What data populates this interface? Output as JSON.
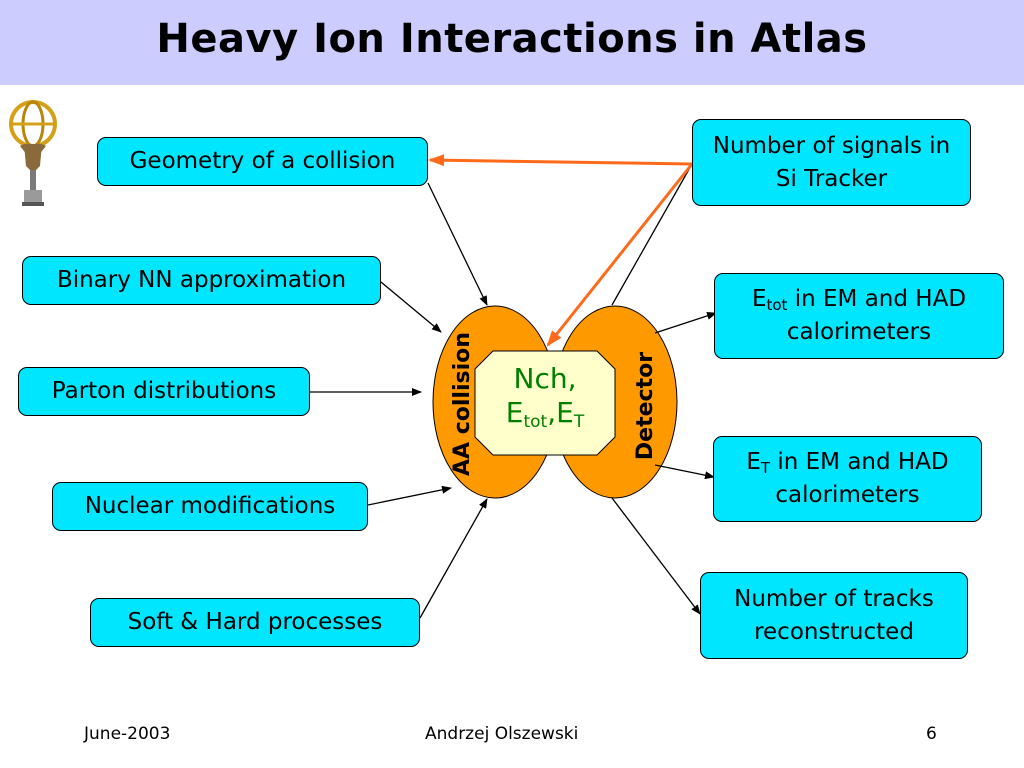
{
  "title": "Heavy Ion Interactions in Atlas",
  "left_boxes": [
    "Geometry of a collision",
    "Binary NN approximation",
    "Parton distributions",
    "Nuclear modifications",
    "Soft & Hard processes"
  ],
  "right_boxes": {
    "si_tracker": "Number of signals in Si Tracker",
    "etot": {
      "main": "E",
      "sub": "tot",
      "rest": " in EM and HAD calorimeters"
    },
    "et": {
      "main": "E",
      "sub": "T",
      "rest": " in EM and HAD calorimeters"
    },
    "tracks": "Number of tracks reconstructed"
  },
  "ellipses": {
    "left_label": "AA collision",
    "right_label": "Detector",
    "center_line1": "Nch,",
    "center_e": "E",
    "center_tot": "tot",
    "center_comma": ",E",
    "center_t": "T"
  },
  "footer": {
    "date": "June-2003",
    "author": "Andrzej Olszewski",
    "page": "6"
  },
  "colors": {
    "title_bar": "#ccccff",
    "box_fill": "#00e6ff",
    "ellipse_fill": "#ff9900",
    "center_fill": "#ffffcc",
    "center_text": "#008000",
    "highlight_arrow": "#ff6a1a"
  },
  "icons": [
    "atlas-statue-logo"
  ]
}
